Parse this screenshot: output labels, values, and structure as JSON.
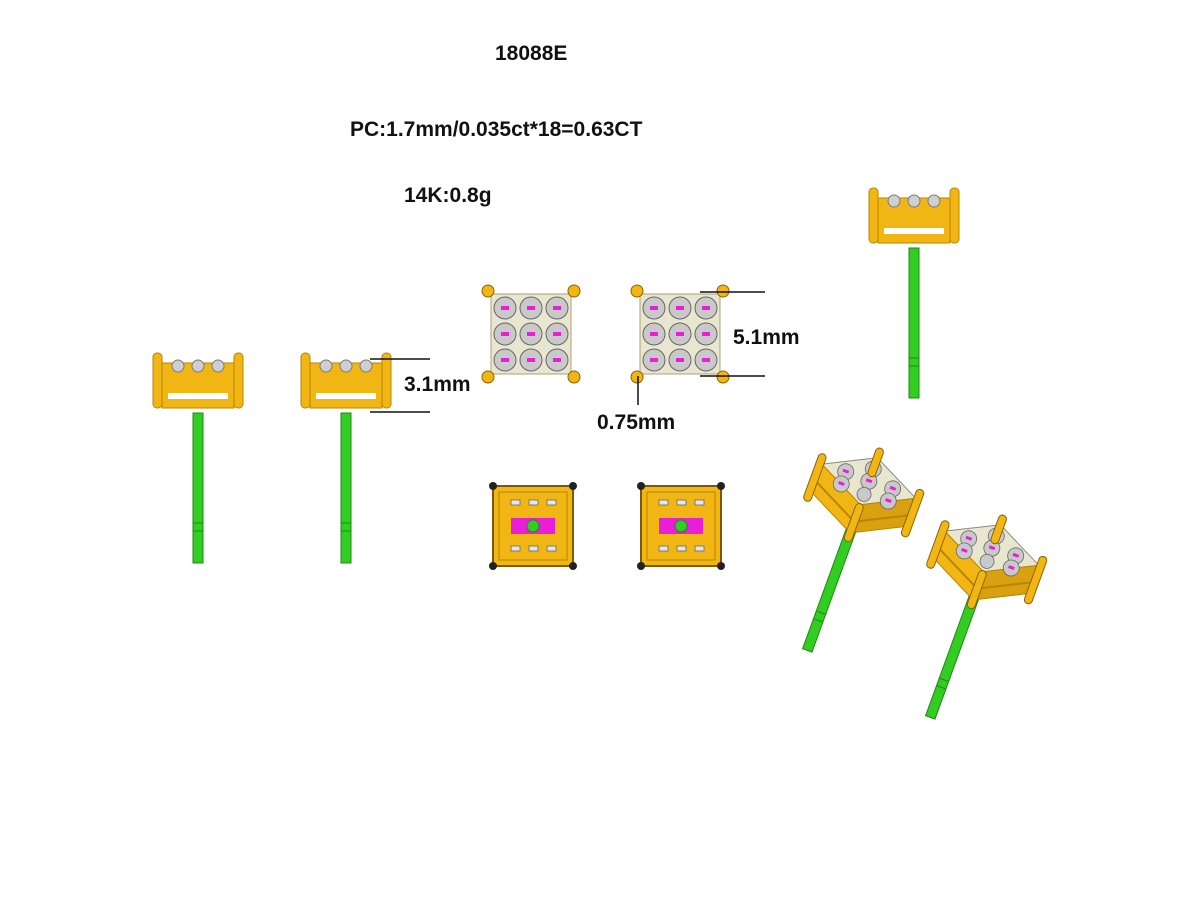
{
  "header": {
    "model_code": "18088E",
    "stone_spec": "PC:1.7mm/0.035ct*18=0.63CT",
    "metal_spec": "14K:0.8g"
  },
  "dimensions": {
    "height": "3.1mm",
    "width": "5.1mm",
    "prong": "0.75mm"
  },
  "colors": {
    "gold": "#f2b614",
    "gold_dark": "#b78600",
    "post": "#33cc22",
    "post_dark": "#1d8a12",
    "stone": "#c9c9c9",
    "accent": "#e81ed9",
    "line": "#111111"
  }
}
